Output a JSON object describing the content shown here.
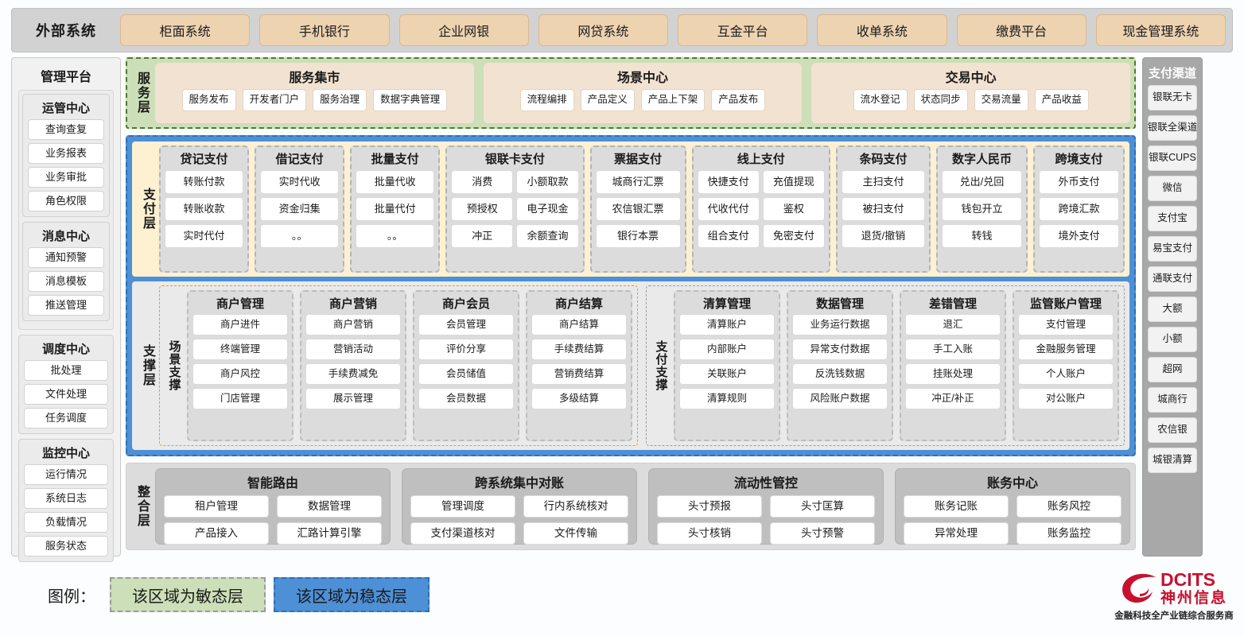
{
  "external": {
    "title": "外部系统",
    "items": [
      "柜面系统",
      "手机银行",
      "企业网银",
      "网贷系统",
      "互金平台",
      "收单系统",
      "缴费平台",
      "现金管理系统"
    ]
  },
  "left_rail": {
    "title": "管理平台",
    "groups": [
      {
        "title": "运管中心",
        "items": [
          "查询查复",
          "业务报表",
          "业务审批",
          "角色权限"
        ]
      },
      {
        "title": "消息中心",
        "items": [
          "通知预警",
          "消息模板",
          "推送管理"
        ]
      },
      {
        "title": "调度中心",
        "items": [
          "批处理",
          "文件处理",
          "任务调度"
        ]
      },
      {
        "title": "监控中心",
        "items": [
          "运行情况",
          "系统日志",
          "负载情况",
          "服务状态"
        ]
      }
    ]
  },
  "right_rail": {
    "title": "支付渠道",
    "items": [
      "银联无卡",
      "银联全渠道",
      "银联CUPS",
      "微信",
      "支付宝",
      "易宝支付",
      "通联支付",
      "大额",
      "小额",
      "超网",
      "城商行",
      "农信银",
      "城银清算"
    ]
  },
  "service_layer": {
    "label": "服务层",
    "groups": [
      {
        "title": "服务集市",
        "items": [
          "服务发布",
          "开发者门户",
          "服务治理",
          "数据字典管理"
        ]
      },
      {
        "title": "场景中心",
        "items": [
          "流程编排",
          "产品定义",
          "产品上下架",
          "产品发布"
        ]
      },
      {
        "title": "交易中心",
        "items": [
          "流水登记",
          "状态同步",
          "交易流量",
          "产品收益"
        ]
      }
    ]
  },
  "payment_layer": {
    "label": "支付层",
    "groups": [
      {
        "title": "贷记支付",
        "cols": 1,
        "items": [
          "转账付款",
          "转账收款",
          "实时代付"
        ]
      },
      {
        "title": "借记支付",
        "cols": 1,
        "items": [
          "实时代收",
          "资金归集",
          "。。"
        ]
      },
      {
        "title": "批量支付",
        "cols": 1,
        "items": [
          "批量代收",
          "批量代付",
          "。。"
        ]
      },
      {
        "title": "银联卡支付",
        "cols": 2,
        "items": [
          "消费",
          "小额取款",
          "预授权",
          "电子现金",
          "冲正",
          "余额查询"
        ]
      },
      {
        "title": "票据支付",
        "cols": 1,
        "items": [
          "城商行汇票",
          "农信银汇票",
          "银行本票"
        ]
      },
      {
        "title": "线上支付",
        "cols": 2,
        "items": [
          "快捷支付",
          "充值提现",
          "代收代付",
          "鉴权",
          "组合支付",
          "免密支付"
        ]
      },
      {
        "title": "条码支付",
        "cols": 1,
        "items": [
          "主扫支付",
          "被扫支付",
          "退货/撤销"
        ]
      },
      {
        "title": "数字人民币",
        "cols": 1,
        "items": [
          "兑出/兑回",
          "钱包开立",
          "转钱"
        ]
      },
      {
        "title": "跨境支付",
        "cols": 1,
        "items": [
          "外币支付",
          "跨境汇款",
          "境外支付"
        ]
      }
    ]
  },
  "support_layer": {
    "label": "支撑层",
    "halves": [
      {
        "label": "场景支撑",
        "groups": [
          {
            "title": "商户管理",
            "items": [
              "商户进件",
              "终端管理",
              "商户风控",
              "门店管理"
            ]
          },
          {
            "title": "商户营销",
            "items": [
              "商户营销",
              "营销活动",
              "手续费减免",
              "展示管理"
            ]
          },
          {
            "title": "商户会员",
            "items": [
              "会员管理",
              "评价分享",
              "会员储值",
              "会员数据"
            ]
          },
          {
            "title": "商户结算",
            "items": [
              "商户结算",
              "手续费结算",
              "营销费结算",
              "多级结算"
            ]
          }
        ]
      },
      {
        "label": "支付支撑",
        "groups": [
          {
            "title": "清算管理",
            "items": [
              "清算账户",
              "内部账户",
              "关联账户",
              "清算规则"
            ]
          },
          {
            "title": "数据管理",
            "items": [
              "业务运行数据",
              "异常支付数据",
              "反洗钱数据",
              "风险账户数据"
            ]
          },
          {
            "title": "差错管理",
            "items": [
              "退汇",
              "手工入账",
              "挂账处理",
              "冲正/补正"
            ]
          },
          {
            "title": "监管账户管理",
            "items": [
              "支付管理",
              "金融服务管理",
              "个人账户",
              "对公账户"
            ]
          }
        ]
      }
    ]
  },
  "integration_layer": {
    "label": "整合层",
    "groups": [
      {
        "title": "智能路由",
        "items": [
          "租户管理",
          "数据管理",
          "产品接入",
          "汇路计算引擎"
        ]
      },
      {
        "title": "跨系统集中对账",
        "items": [
          "管理调度",
          "行内系统核对",
          "支付渠道核对",
          "文件传输"
        ]
      },
      {
        "title": "流动性管控",
        "items": [
          "头寸预报",
          "头寸匡算",
          "头寸核销",
          "头寸预警"
        ]
      },
      {
        "title": "账务中心",
        "items": [
          "账务记账",
          "账务风控",
          "异常处理",
          "账务监控"
        ]
      }
    ]
  },
  "legend": {
    "label": "图例：",
    "agile": "该区域为敏态层",
    "stable": "该区域为稳态层",
    "agile_color": "#ccdfb8",
    "stable_color": "#4d90d6"
  },
  "logo": {
    "en": "DCITS",
    "cn": "神州信息",
    "tagline": "金融科技全产业链综合服务商",
    "color": "#c8102e"
  }
}
